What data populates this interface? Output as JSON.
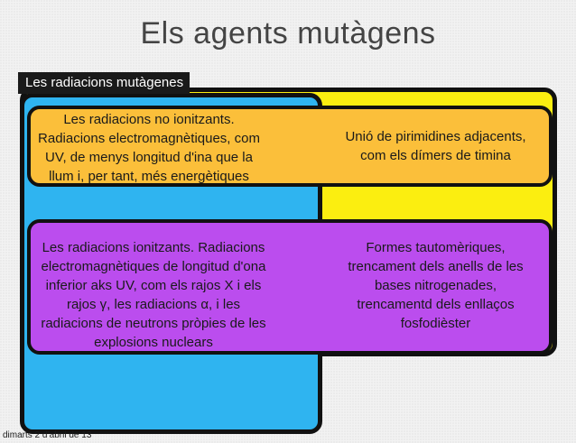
{
  "slide": {
    "title": "Els agents mutàgens",
    "section_label": "Les radiacions mutàgenes",
    "non_ionizing": {
      "heading": "Les radiacions no ionitzants",
      "heading_suffix": ".",
      "line1": "Radiacions electromagnètiques, com",
      "line2": "UV, de menys longitud d'ina que la",
      "line3": "llum i, per tant, més energètiques"
    },
    "non_ionizing_effect": {
      "line1": "Unió de pirimidines adjacents,",
      "line2": "com els dímers de timina"
    },
    "ionizing": {
      "heading": "Les radiacions ionitzants",
      "heading_suffix": ". Radiacions",
      "line2": "electromagnètiques de longitud d'ona",
      "line3": "inferior aks UV, com els rajos X i els",
      "line4": "rajos γ, les radiacions α, i les",
      "line5": "radiacions de neutrons pròpies de les",
      "line6": "explosions nuclears"
    },
    "ionizing_effect": {
      "line1": "Formes tautomèriques,",
      "line2": "trencament dels anells de les",
      "line3": "bases nitrogenades,",
      "line4": "trencamentd dels enllaços",
      "line5": "fosfodièster"
    },
    "footer_date": "dimarts 2 d’abril de 13"
  },
  "colors": {
    "background": "#f2f2f2",
    "yellow": "#fbee10",
    "blue": "#2fb4f0",
    "orange": "#fbbf3a",
    "purple": "#bb4dee",
    "outline": "#111111"
  }
}
